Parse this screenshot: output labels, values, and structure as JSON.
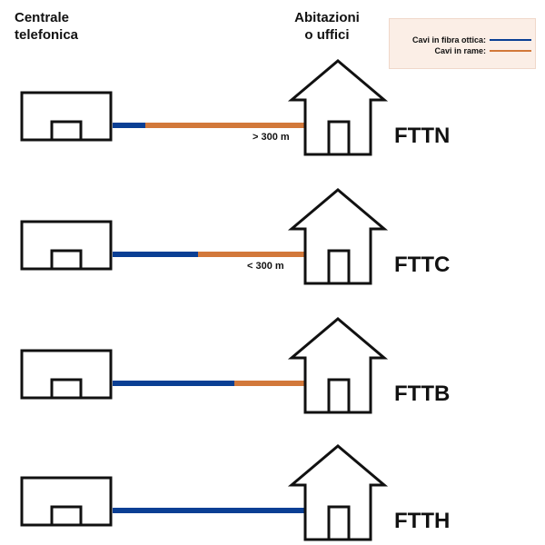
{
  "headers": {
    "central_office": [
      "Centrale",
      "telefonica"
    ],
    "homes": [
      "Abitazioni",
      "o uffici"
    ]
  },
  "legend": {
    "fiber_label": "Cavi in fibra ottica:",
    "copper_label": "Cavi in rame:",
    "fiber_color": "#0a3f94",
    "copper_color": "#d2783a"
  },
  "scenarios": [
    {
      "name": "FTTN",
      "distance_label": "> 300 m"
    },
    {
      "name": "FTTC",
      "distance_label": "< 300 m"
    },
    {
      "name": "FTTB",
      "distance_label": ""
    },
    {
      "name": "FTTH",
      "distance_label": ""
    }
  ]
}
